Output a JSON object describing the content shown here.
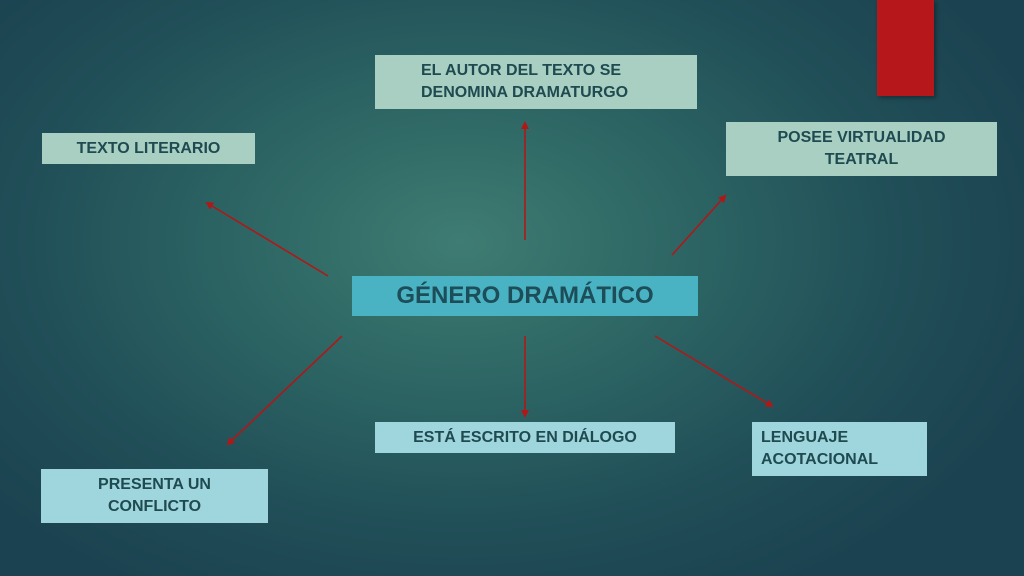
{
  "diagram": {
    "center": "GÉNERO DRAMÁTICO",
    "nodes": {
      "texto_literario": "TEXTO LITERARIO",
      "autor": "EL AUTOR DEL TEXTO SE DENOMINA DRAMATURGO",
      "virtualidad": "POSEE VIRTUALIDAD TEATRAL",
      "conflicto": "PRESENTA UN CONFLICTO",
      "dialogo": "ESTÁ ESCRITO EN DIÁLOGO",
      "acotacional": "LENGUAJE ACOTACIONAL"
    },
    "colors": {
      "arrow": "#b01818",
      "accent_tab": "#b5171a",
      "center_box": "#4ab3c3",
      "green_box": "#a9cfc3",
      "cyan_box": "#9fd5dc"
    }
  }
}
